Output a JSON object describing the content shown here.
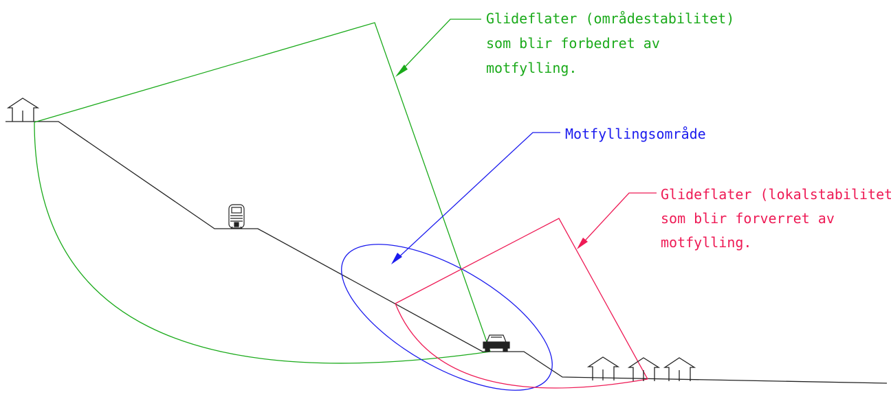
{
  "colors": {
    "terrain": "#222222",
    "area_stability": "#1aaa1a",
    "counterfill": "#1a1aee",
    "local_stability": "#ee1a55"
  },
  "labels": {
    "area_stability": [
      "Glideflater (områdestabilitet)",
      "som blir forbedret av",
      "motfylling."
    ],
    "counterfill": "Motfyllingsområde",
    "local_stability": [
      "Glideflater (lokalstabilitet)",
      "som blir forverret av",
      "motfylling."
    ]
  },
  "icons": [
    "house-icon",
    "train-icon",
    "car-icon",
    "house-icon",
    "house-icon",
    "house-icon"
  ]
}
